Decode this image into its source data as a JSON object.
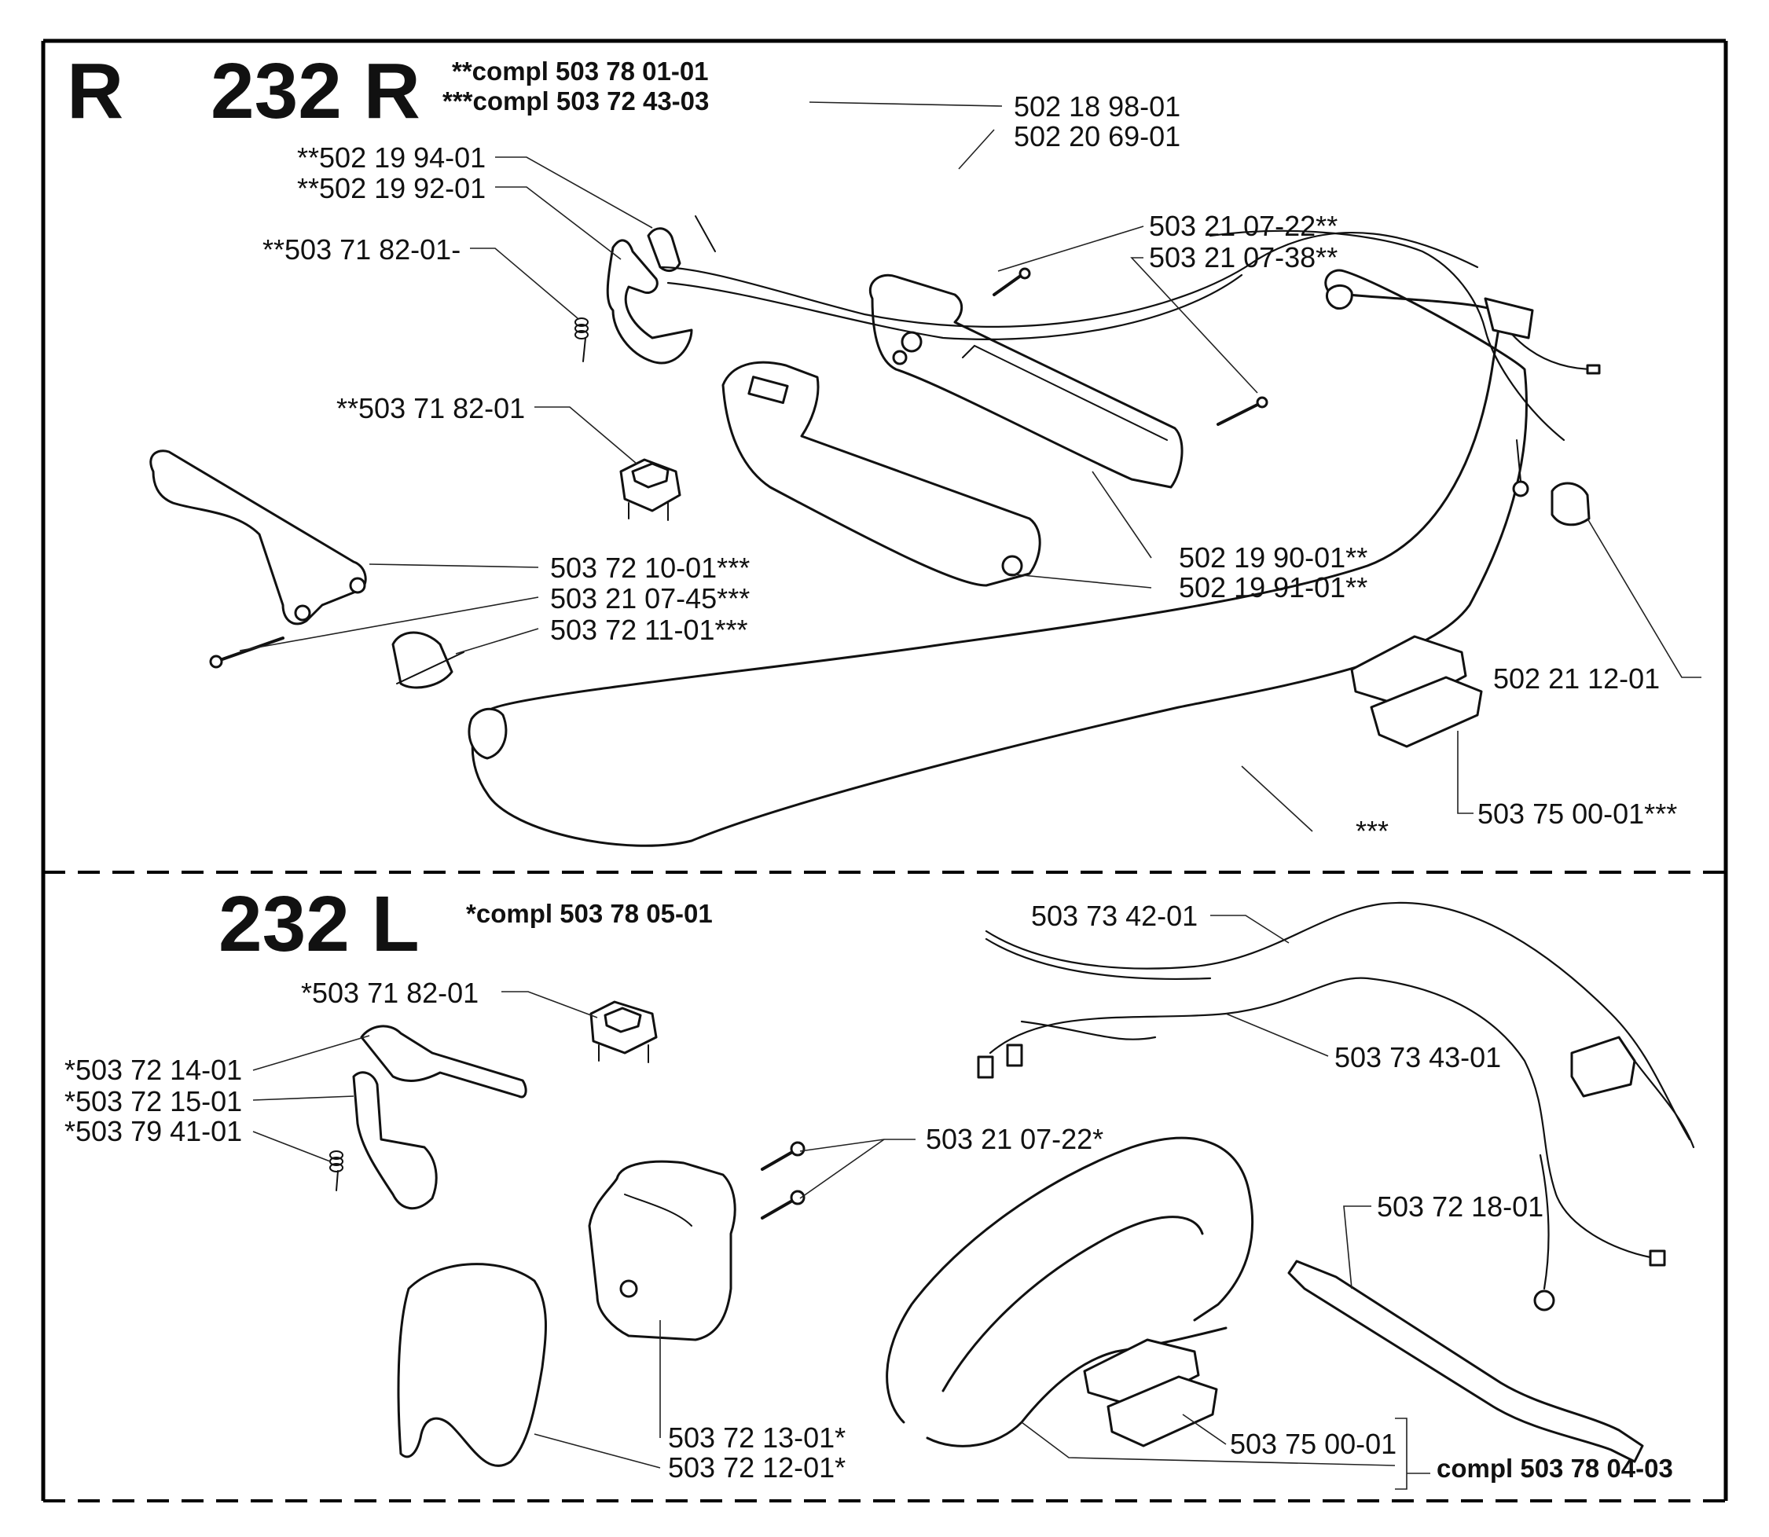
{
  "sections": {
    "top": {
      "letter": "R",
      "model": "232 R",
      "compl_1": "**compl 503 78 01-01",
      "compl_2": "***compl 503 72 43-03"
    },
    "bottom": {
      "model": "232 L",
      "compl": "*compl 503 78 05-01",
      "compl_bracket": "compl 503 78 04-03"
    }
  },
  "parts_top": [
    "502 18 98-01",
    "502 20 69-01",
    "**502 19 94-01",
    "**502 19 92-01",
    "**503 71 82-01-",
    "503 21 07-22**",
    "503 21 07-38**",
    "**503 71 82-01",
    "503 72 10-01***",
    "503 21 07-45***",
    "503 72 11-01***",
    "502 19 90-01**",
    "502 19 91-01**",
    "502 21 12-01",
    "***",
    "503 75 00-01***"
  ],
  "parts_bottom": [
    "503 73 42-01",
    "*503 71 82-01",
    "503 73 43-01",
    "*503 72 14-01",
    "*503 72 15-01",
    "*503 79 41-01",
    "503 21 07-22*",
    "503 72 18-01",
    "503 72 13-01*",
    "503 72 12-01*",
    "503 75 00-01"
  ],
  "icons": [
    "switch-icon",
    "spring-icon",
    "handlebar-icon",
    "grip-icon",
    "wire-harness-icon",
    "clamp-icon",
    "screw-icon"
  ]
}
